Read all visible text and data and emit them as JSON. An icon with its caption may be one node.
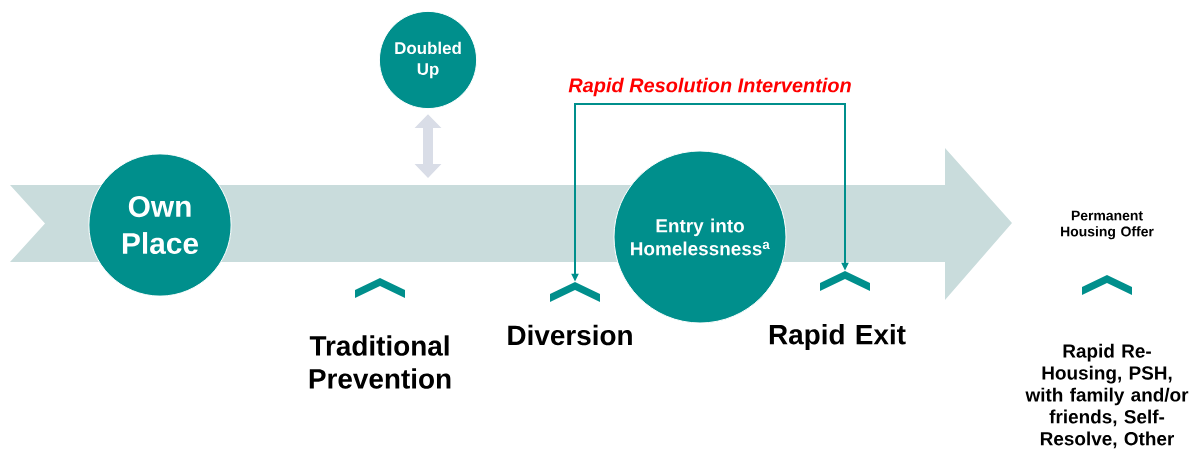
{
  "diagram": {
    "nodes": [
      {
        "text": [
          "Own Place"
        ]
      },
      {
        "text": [
          "Doubled Up"
        ]
      },
      {
        "text": [
          "Entry into Homelessness$^{a}$"
        ]
      },
      {
        "text": [],
        "shape": "chevron"
      },
      {
        "text": [],
        "shape": "chevron"
      },
      {
        "text": [],
        "shape": "chevron"
      },
      {
        "text": [],
        "shape": "chevron"
      }
    ],
    "edges": [
      {
        "from": 1,
        "to": null,
        "arrow": "both",
        "style": "thick",
        "color": "#d9dde7"
      },
      {
        "from": 4,
        "to": 5,
        "arrow": "both",
        "color": "#008f8c",
        "label": "Rapid Resolution Intervention"
      }
    ],
    "labels": [
      "Permanent Housing Offer",
      "Traditional Prevention",
      "Diversion",
      "Rapid Exit",
      "Rapid Re-Housing, PSH, with family and/or friends, Self-Resolve, Other"
    ]
  }
}
